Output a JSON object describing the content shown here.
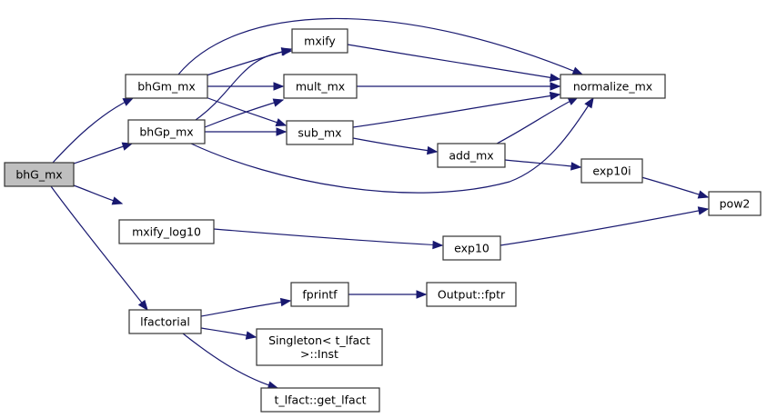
{
  "diagram": {
    "type": "call-graph",
    "edge_color": "#191970",
    "root_fill": "#bfbfbf",
    "nodes": [
      {
        "id": "bhG_mx",
        "label": [
          "bhG_mx"
        ],
        "root": true
      },
      {
        "id": "bhGm_mx",
        "label": [
          "bhGm_mx"
        ]
      },
      {
        "id": "bhGp_mx",
        "label": [
          "bhGp_mx"
        ]
      },
      {
        "id": "mxify_log10",
        "label": [
          "mxify_log10"
        ]
      },
      {
        "id": "lfactorial",
        "label": [
          "lfactorial"
        ]
      },
      {
        "id": "mxify",
        "label": [
          "mxify"
        ]
      },
      {
        "id": "mult_mx",
        "label": [
          "mult_mx"
        ]
      },
      {
        "id": "sub_mx",
        "label": [
          "sub_mx"
        ]
      },
      {
        "id": "add_mx",
        "label": [
          "add_mx"
        ]
      },
      {
        "id": "normalize_mx",
        "label": [
          "normalize_mx"
        ]
      },
      {
        "id": "exp10i",
        "label": [
          "exp10i"
        ]
      },
      {
        "id": "exp10",
        "label": [
          "exp10"
        ]
      },
      {
        "id": "pow2",
        "label": [
          "pow2"
        ]
      },
      {
        "id": "fprintf",
        "label": [
          "fprintf"
        ]
      },
      {
        "id": "Output_fptr",
        "label": [
          "Output::fptr"
        ]
      },
      {
        "id": "Singleton_Inst",
        "label": [
          "Singleton< t_lfact",
          ">::Inst"
        ]
      },
      {
        "id": "get_lfact",
        "label": [
          "t_lfact::get_lfact"
        ]
      }
    ],
    "edges": [
      {
        "from": "bhG_mx",
        "to": "bhGm_mx"
      },
      {
        "from": "bhG_mx",
        "to": "bhGp_mx"
      },
      {
        "from": "bhG_mx",
        "to": "mxify_log10"
      },
      {
        "from": "bhG_mx",
        "to": "lfactorial"
      },
      {
        "from": "bhGm_mx",
        "to": "mxify"
      },
      {
        "from": "bhGm_mx",
        "to": "mult_mx"
      },
      {
        "from": "bhGm_mx",
        "to": "sub_mx"
      },
      {
        "from": "bhGm_mx",
        "to": "normalize_mx"
      },
      {
        "from": "bhGp_mx",
        "to": "mxify"
      },
      {
        "from": "bhGp_mx",
        "to": "mult_mx"
      },
      {
        "from": "bhGp_mx",
        "to": "sub_mx"
      },
      {
        "from": "bhGp_mx",
        "to": "normalize_mx"
      },
      {
        "from": "mxify",
        "to": "normalize_mx"
      },
      {
        "from": "mult_mx",
        "to": "normalize_mx"
      },
      {
        "from": "sub_mx",
        "to": "normalize_mx"
      },
      {
        "from": "sub_mx",
        "to": "add_mx"
      },
      {
        "from": "add_mx",
        "to": "normalize_mx"
      },
      {
        "from": "add_mx",
        "to": "exp10i"
      },
      {
        "from": "exp10i",
        "to": "pow2"
      },
      {
        "from": "mxify_log10",
        "to": "exp10"
      },
      {
        "from": "exp10",
        "to": "pow2"
      },
      {
        "from": "lfactorial",
        "to": "fprintf"
      },
      {
        "from": "lfactorial",
        "to": "Singleton_Inst"
      },
      {
        "from": "lfactorial",
        "to": "get_lfact"
      },
      {
        "from": "fprintf",
        "to": "Output_fptr"
      }
    ]
  }
}
